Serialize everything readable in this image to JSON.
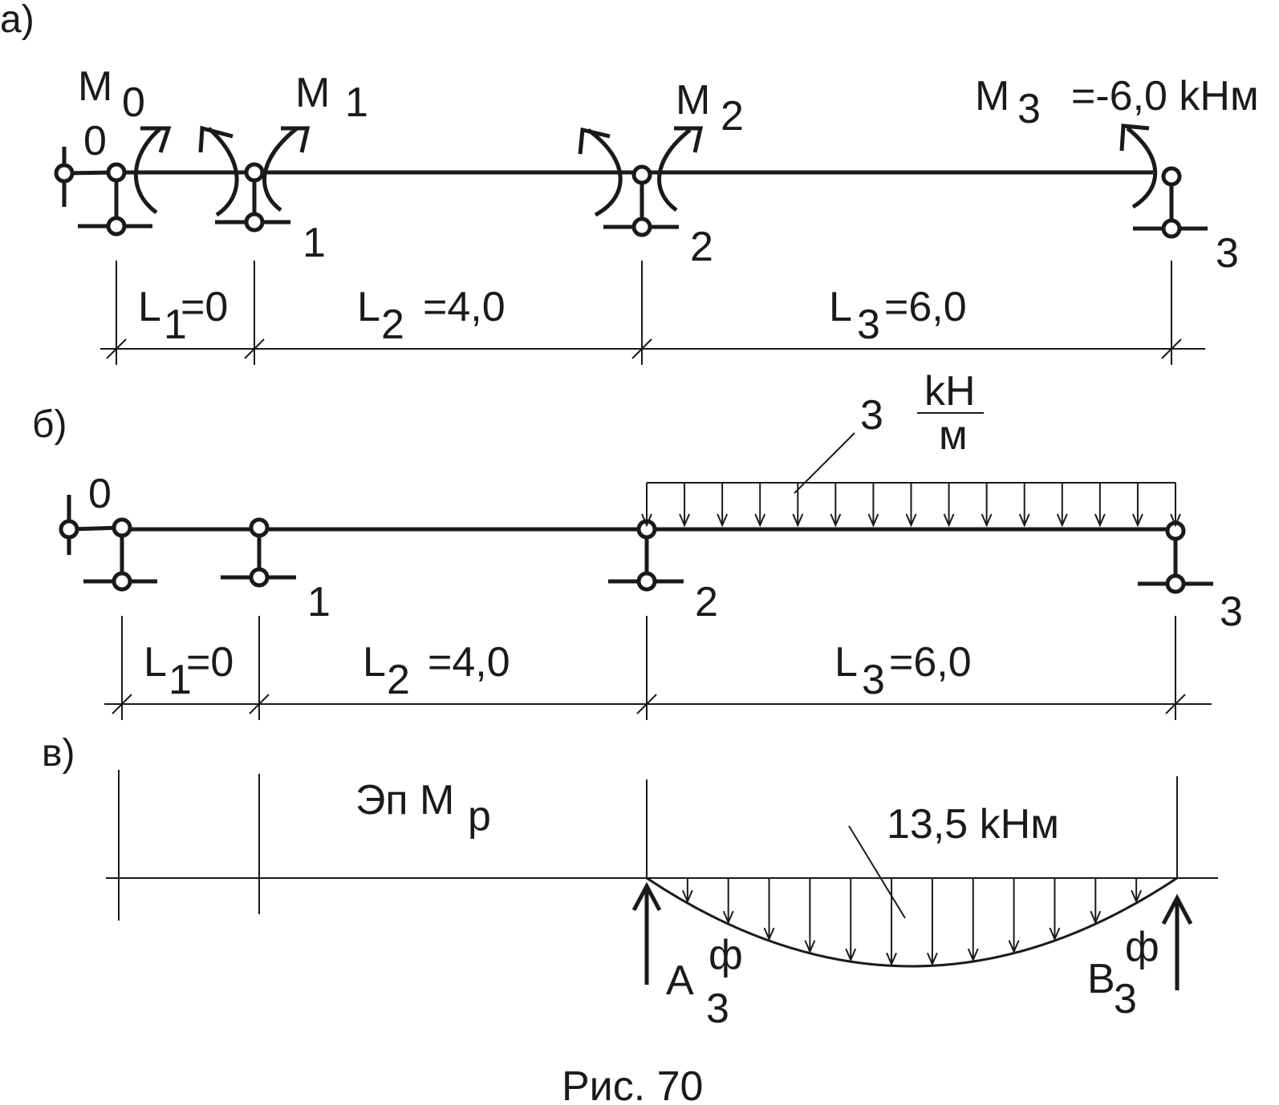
{
  "panels": {
    "a": {
      "label": "а)"
    },
    "b": {
      "label": "б)"
    },
    "c": {
      "label": "в)"
    }
  },
  "moments": {
    "m0": {
      "sym": "M",
      "idx": "0"
    },
    "m1": {
      "sym": "M",
      "idx": "1"
    },
    "m2": {
      "sym": "M",
      "idx": "2"
    },
    "m3": {
      "sym": "M",
      "idx": "3",
      "value": "=-6,0 kHм"
    }
  },
  "nodes": [
    "0",
    "1",
    "2",
    "3"
  ],
  "spans": [
    {
      "sym": "L",
      "idx": "1",
      "value": "=0"
    },
    {
      "sym": "L",
      "idx": "2",
      "value": "=4,0"
    },
    {
      "sym": "L",
      "idx": "3",
      "value": "=6,0"
    }
  ],
  "load": {
    "value": "3",
    "unit_num": "kH",
    "unit_den": "м"
  },
  "diagram": {
    "title_main": "Эп M",
    "title_sub": "p",
    "peak_label": "13,5 kHм",
    "reaction_a": {
      "sym": "A",
      "sup": "ф",
      "sub": "3"
    },
    "reaction_b": {
      "sym": "B",
      "sup": "ф",
      "sub": "3"
    }
  },
  "caption": "Рис. 70"
}
